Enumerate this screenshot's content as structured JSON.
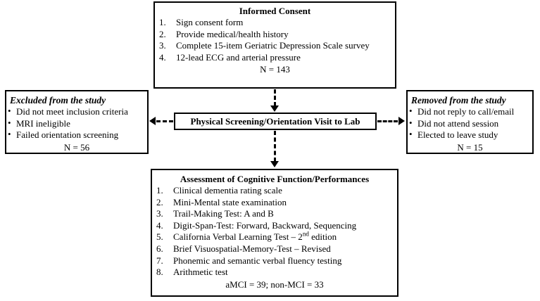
{
  "figure": {
    "type": "flowchart",
    "orientation": "vertical-with-side-branches"
  },
  "boxes": {
    "informed_consent": {
      "title": "Informed Consent",
      "items": [
        {
          "num": "1.",
          "text": "Sign consent form"
        },
        {
          "num": "2.",
          "text": "Provide medical/health history"
        },
        {
          "num": "3.",
          "text": "Complete 15-item Geriatric Depression Scale survey"
        },
        {
          "num": "4.",
          "text": "12-lead ECG and arterial pressure"
        }
      ],
      "total": "N = 143"
    },
    "excluded": {
      "title": "Excluded from the study",
      "items": [
        "Did not meet inclusion criteria",
        "MRI ineligible",
        "Failed orientation screening"
      ],
      "total": "N = 56"
    },
    "removed": {
      "title": "Removed from the study",
      "items": [
        "Did not reply to call/email",
        "Did not attend session",
        "Elected to leave study"
      ],
      "total": "N = 15"
    },
    "screening": {
      "title": "Physical Screening/Orientation Visit to Lab"
    },
    "assessment": {
      "title": "Assessment of Cognitive Function/Performances",
      "items": [
        {
          "num": "1.",
          "text": "Clinical dementia rating scale"
        },
        {
          "num": "2.",
          "text": "Mini-Mental state examination"
        },
        {
          "num": "3.",
          "text": "Trail-Making Test: A and B"
        },
        {
          "num": "4.",
          "text": "Digit-Span-Test: Forward, Backward, Sequencing"
        },
        {
          "num": "5.",
          "text_before": "California Verbal Learning Test – 2",
          "sup": "nd",
          "text_after": " edition"
        },
        {
          "num": "6.",
          "text": "Brief Visuospatial-Memory-Test – Revised"
        },
        {
          "num": "7.",
          "text": "Phonemic and semantic verbal fluency testing"
        },
        {
          "num": "8.",
          "text": "Arithmetic test"
        }
      ],
      "total": "aMCI = 39; non-MCI = 33"
    }
  },
  "bullet_glyph": "•",
  "colors": {
    "line": "#000000",
    "background": "#ffffff",
    "text": "#000000"
  }
}
